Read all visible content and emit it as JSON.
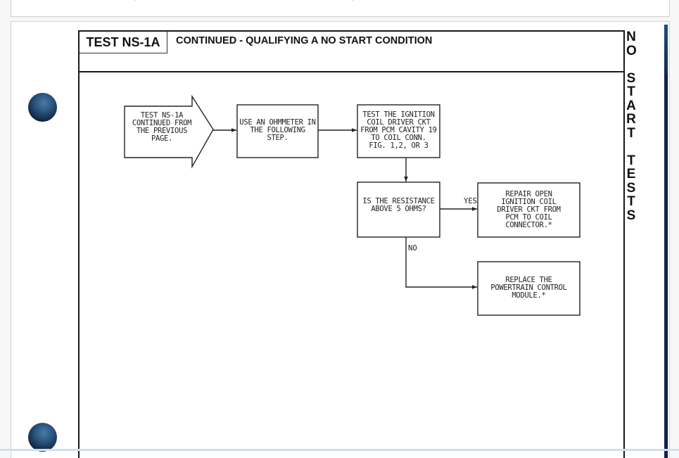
{
  "document": {
    "test_id": "TEST NS-1A",
    "title": "CONTINUED -  QUALIFYING A NO START CONDITION",
    "side_tab": {
      "words": [
        "NO",
        "START",
        "TESTS"
      ]
    }
  },
  "flowchart": {
    "start": {
      "text": "TEST NS-1A\nCONTINUED FROM\nTHE PREVIOUS\nPAGE."
    },
    "step1": {
      "text": "USE AN OHMMETER IN\nTHE FOLLOWING\nSTEP."
    },
    "step2": {
      "text": "TEST THE IGNITION\nCOIL DRIVER CKT\nFROM PCM CAVITY 19\nTO COIL CONN.\nFIG. 1,2, OR 3"
    },
    "decision": {
      "text": "IS THE RESISTANCE\nABOVE 5 OHMS?"
    },
    "yes_label": "YES",
    "no_label": "NO",
    "yes_action": {
      "text": "REPAIR OPEN\nIGNITION COIL\nDRIVER CKT FROM\nPCM TO COIL\nCONNECTOR.*"
    },
    "no_action": {
      "text": "REPLACE THE\nPOWERTRAIN CONTROL\nMODULE.*"
    }
  },
  "colors": {
    "ink": "#1a1a1a",
    "binder_edge": "#0d1640",
    "hole": "#2c5680"
  }
}
